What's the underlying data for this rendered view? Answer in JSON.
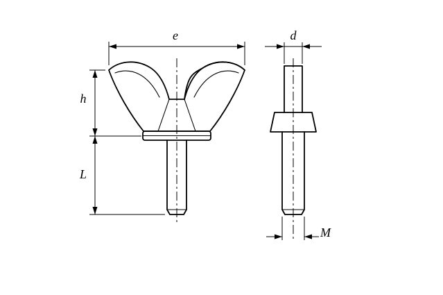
{
  "drawing": {
    "labels": {
      "e": "e",
      "h": "h",
      "L": "L",
      "d": "d",
      "M": "M"
    }
  }
}
